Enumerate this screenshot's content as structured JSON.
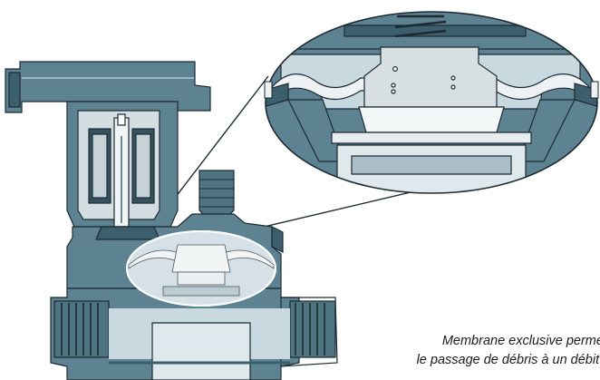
{
  "caption": {
    "line1": "Membrane exclusive permett",
    "line2": "le passage de débris à un débit tr"
  },
  "colors": {
    "body_fill": "#5d8393",
    "body_dark": "#3c5f6e",
    "body_light": "#9bb9c6",
    "cavity": "#c9d9e0",
    "membrane": "#d7dfe3",
    "outline": "#1d2a31",
    "background": "#ffffff"
  },
  "icons": [
    "valve-cutaway-illustration",
    "diaphragm-zoom-callout"
  ]
}
